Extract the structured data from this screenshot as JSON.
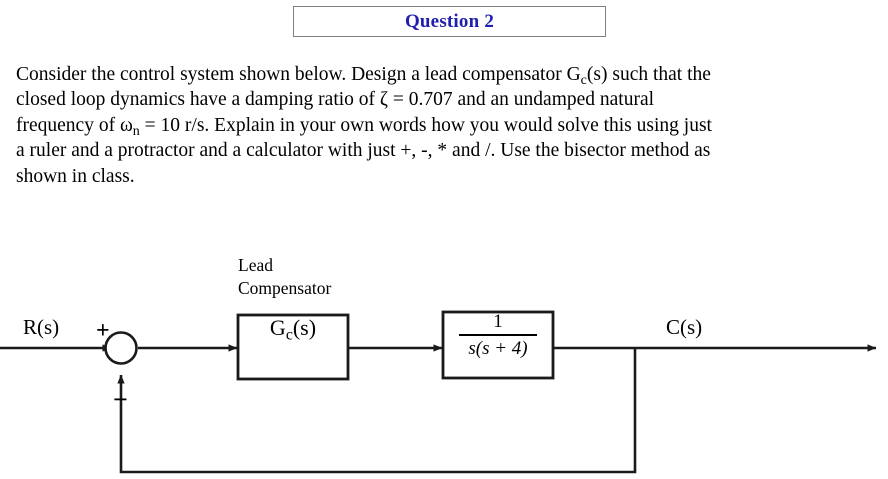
{
  "title": {
    "text": "Question 2",
    "color": "#2020b0",
    "border_color": "#808080"
  },
  "question": {
    "body": "Consider the control system shown below. Design a lead compensator Gₑ(s) such that the closed loop dynamics have a damping ratio of ζ = 0.707 and an undamped natural frequency of ωₙ = 10 r/s. Explain in your own words how you would solve this using just a ruler and a protractor and a calculator with just +, -, * and /. Use the bisector method as shown in class.",
    "lines": [
      "Consider the control system shown below. Design a lead compensator Gc(s) such that the",
      "closed loop dynamics have a damping ratio of ζ = 0.707 and an undamped natural",
      "frequency of ωn = 10 r/s. Explain in your own words how you would solve this using just",
      "a ruler and a protractor and a calculator with just +, -, * and /. Use the bisector method as",
      "shown in class."
    ]
  },
  "diagram": {
    "type": "block-diagram",
    "input_label": "R(s)",
    "output_label": "C(s)",
    "summing_junction": {
      "plus_sign": "+",
      "minus_sign": "−",
      "plus_input": "R(s)",
      "minus_input": "feedback"
    },
    "annotation": {
      "lead_line1": "Lead",
      "lead_line2": "Compensator"
    },
    "blocks": [
      {
        "name": "lead-compensator",
        "label": "Gc(s)",
        "label_main": "G",
        "label_sub": "c",
        "label_tail": "(s)"
      },
      {
        "name": "plant",
        "label": "1 / s(s + 4)",
        "numerator": "1",
        "denominator": "s(s + 4)"
      }
    ],
    "feedback": {
      "path": "unity",
      "sign": "negative"
    },
    "stroke_color": "#1a1a1a"
  }
}
